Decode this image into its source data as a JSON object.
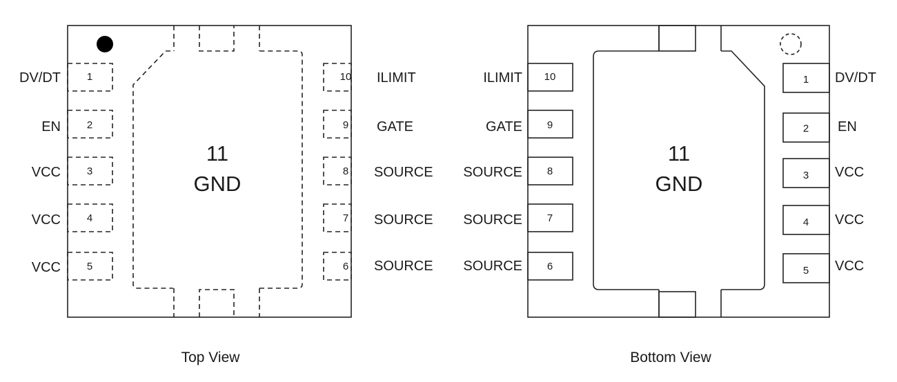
{
  "colors": {
    "ink": "#1a1a1a",
    "background": "#ffffff"
  },
  "top_view": {
    "caption": "Top View",
    "center_number": "11",
    "center_name": "GND",
    "left_pins": [
      {
        "num": "1",
        "name": "DV/DT"
      },
      {
        "num": "2",
        "name": "EN"
      },
      {
        "num": "3",
        "name": "VCC"
      },
      {
        "num": "4",
        "name": "VCC"
      },
      {
        "num": "5",
        "name": "VCC"
      }
    ],
    "right_pins": [
      {
        "num": "10",
        "name": "ILIMIT"
      },
      {
        "num": "9",
        "name": "GATE"
      },
      {
        "num": "8",
        "name": "SOURCE"
      },
      {
        "num": "7",
        "name": "SOURCE"
      },
      {
        "num": "6",
        "name": "SOURCE"
      }
    ]
  },
  "bottom_view": {
    "caption": "Bottom View",
    "center_number": "11",
    "center_name": "GND",
    "left_pins": [
      {
        "num": "10",
        "name": "ILIMIT"
      },
      {
        "num": "9",
        "name": "GATE"
      },
      {
        "num": "8",
        "name": "SOURCE"
      },
      {
        "num": "7",
        "name": "SOURCE"
      },
      {
        "num": "6",
        "name": "SOURCE"
      }
    ],
    "right_pins": [
      {
        "num": "1",
        "name": "DV/DT"
      },
      {
        "num": "2",
        "name": "EN"
      },
      {
        "num": "3",
        "name": "VCC"
      },
      {
        "num": "4",
        "name": "VCC"
      },
      {
        "num": "5",
        "name": "VCC"
      }
    ]
  }
}
